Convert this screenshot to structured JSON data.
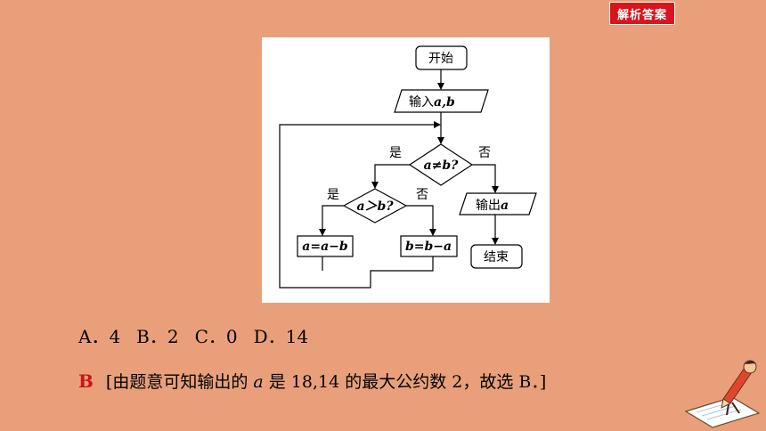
{
  "header": {
    "answer_button_label": "解析答案"
  },
  "flowchart": {
    "start": "开始",
    "input": "输入",
    "input_vars": "a,b",
    "cond1": "a≠b?",
    "yes": "是",
    "no": "否",
    "cond2": "a＞b?",
    "assign1": "a=a−b",
    "assign2": "b=b−a",
    "output": "输出",
    "output_var": "a",
    "end": "结束"
  },
  "options": [
    {
      "label": "A．4"
    },
    {
      "label": "B．2"
    },
    {
      "label": "C．0"
    },
    {
      "label": "D．14"
    }
  ],
  "answer": {
    "letter": "B",
    "explanation_prefix": "[由题意可知输出的",
    "explanation_var": "a",
    "explanation_suffix": "是 18,14 的最大公约数 2，故选 B．]"
  },
  "colors": {
    "background": "#E9A07A",
    "button_red": "#D9141B",
    "answer_red": "#C8141C"
  }
}
